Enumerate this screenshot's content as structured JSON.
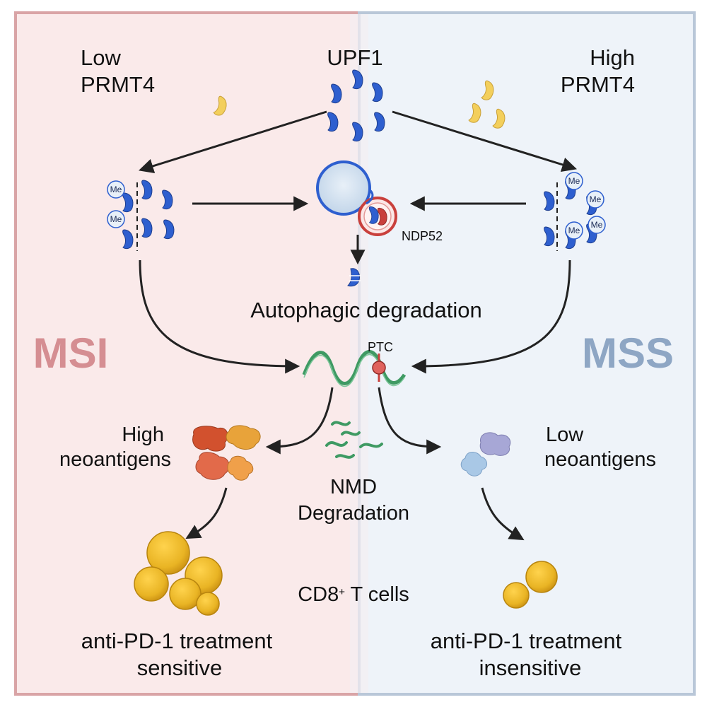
{
  "colors": {
    "msi_panel_fill": "#faeaea",
    "msi_panel_border": "#d9a4a6",
    "msi_text": "#d58e92",
    "mss_panel_fill": "#eef3f9",
    "mss_panel_border": "#b9c7d8",
    "mss_text": "#8ea6c4",
    "upf1_blue": "#2e5fcf",
    "prmt4_yellow": "#f3cf5c",
    "arrow": "#222222",
    "mrna_green": "#3f9a63",
    "ptc_red": "#e0625d",
    "tcell_gold": "#e9b424",
    "neoantigen_red": "#d2512e",
    "neoantigen_orange": "#e8a33a",
    "low_neoantigen_purple": "#a7a7d6",
    "low_neoantigen_blue": "#a9c8e6"
  },
  "labels": {
    "low_prmt4_line1": "Low",
    "low_prmt4_line2": "PRMT4",
    "upf1": "UPF1",
    "high_prmt4_line1": "High",
    "high_prmt4_line2": "PRMT4",
    "ndp52": "NDP52",
    "autophagic": "Autophagic degradation",
    "msi": "MSI",
    "mss": "MSS",
    "ptc": "PTC",
    "high_neo_line1": "High",
    "high_neo_line2": "neoantigens",
    "low_neo_line1": "Low",
    "low_neo_line2": "neoantigens",
    "nmd_line1": "NMD",
    "nmd_line2": "Degradation",
    "cd8_prefix": "CD8",
    "cd8_sup": "+",
    "cd8_suffix": " T cells",
    "sensitive_line1": "anti-PD-1 treatment",
    "sensitive_line2": "sensitive",
    "insensitive_line1": "anti-PD-1 treatment",
    "insensitive_line2": "insensitive",
    "me": "Me"
  }
}
